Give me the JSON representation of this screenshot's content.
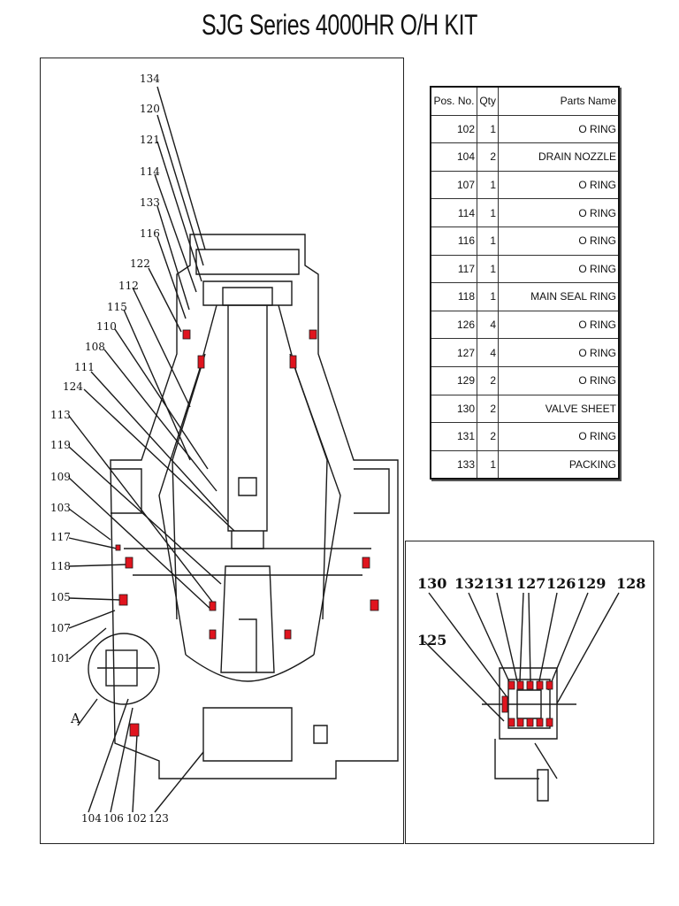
{
  "title": "SJG Series 4000HR O/H KIT",
  "table": {
    "headers": [
      "Pos. No.",
      "Qty",
      "Parts Name"
    ],
    "rows": [
      [
        "102",
        "1",
        "O RING"
      ],
      [
        "104",
        "2",
        "DRAIN NOZZLE"
      ],
      [
        "107",
        "1",
        "O RING"
      ],
      [
        "114",
        "1",
        "O RING"
      ],
      [
        "116",
        "1",
        "O RING"
      ],
      [
        "117",
        "1",
        "O RING"
      ],
      [
        "118",
        "1",
        "MAIN SEAL RING"
      ],
      [
        "126",
        "4",
        "O RING"
      ],
      [
        "127",
        "4",
        "O RING"
      ],
      [
        "129",
        "2",
        "O RING"
      ],
      [
        "130",
        "2",
        "VALVE SHEET"
      ],
      [
        "131",
        "2",
        "O RING"
      ],
      [
        "133",
        "1",
        "PACKING"
      ]
    ]
  },
  "main_diagram": {
    "callouts": [
      "134",
      "120",
      "121",
      "114",
      "133",
      "116",
      "122",
      "112",
      "115",
      "110",
      "108",
      "111",
      "124",
      "113",
      "119",
      "109",
      "103",
      "117",
      "118",
      "105",
      "107",
      "101"
    ],
    "bottom_callouts": [
      "104",
      "106",
      "102",
      "123"
    ],
    "detail_marker": "A"
  },
  "detail_diagram": {
    "top_callouts": [
      "130",
      "132",
      "131",
      "127",
      "126",
      "129",
      "128"
    ],
    "side_callouts": [
      "125"
    ]
  },
  "colors": {
    "highlight": "#e0141e",
    "line": "#1a1a1a"
  }
}
